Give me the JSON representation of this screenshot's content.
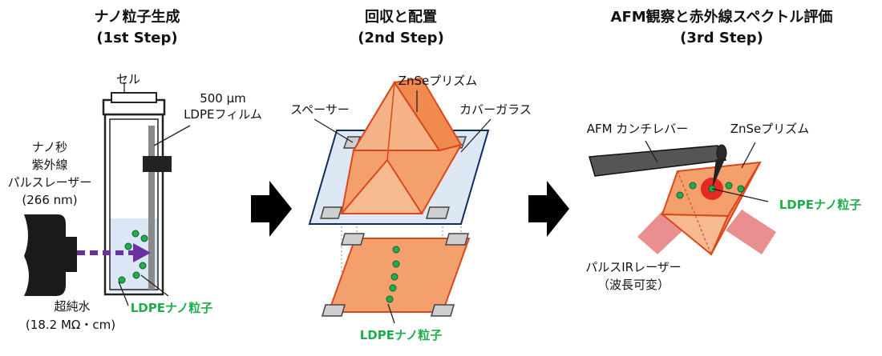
{
  "steps": [
    {
      "title": "ナノ粒子生成",
      "subtitle": "(1st Step)"
    },
    {
      "title": "回収と配置",
      "subtitle": "(2nd Step)"
    },
    {
      "title": "AFM観察と赤外線スペクトル評価",
      "subtitle": "(3rd Step)"
    }
  ],
  "step1": {
    "cell_label": "セル",
    "film_label_line1": "500 µm",
    "film_label_line2": "LDPEフィルム",
    "laser_label_lines": [
      "ナノ秒",
      "紫外線",
      "パルスレーザー",
      "(266 nm)"
    ],
    "water_label_line1": "超純水",
    "water_label_line2": "(18.2 MΩ・cm)",
    "particles_label": "LDPEナノ粒子"
  },
  "step2": {
    "prism_label": "ZnSeプリズム",
    "spacer_label": "スペーサー",
    "glass_label": "カバーガラス",
    "particles_label": "LDPEナノ粒子"
  },
  "step3": {
    "cantilever_label": "AFM カンチレバー",
    "prism_label": "ZnSeプリズム",
    "particles_label": "LDPEナノ粒子",
    "laser_label_line1": "パルスIRレーザー",
    "laser_label_line2": "（波長可変）"
  },
  "colors": {
    "particle_green": "#1fae4b",
    "prism_orange": "#f4a06c",
    "prism_edge": "#d9481c",
    "laser_purple": "#6a2fa0",
    "ir_red": "#e36a6a"
  }
}
